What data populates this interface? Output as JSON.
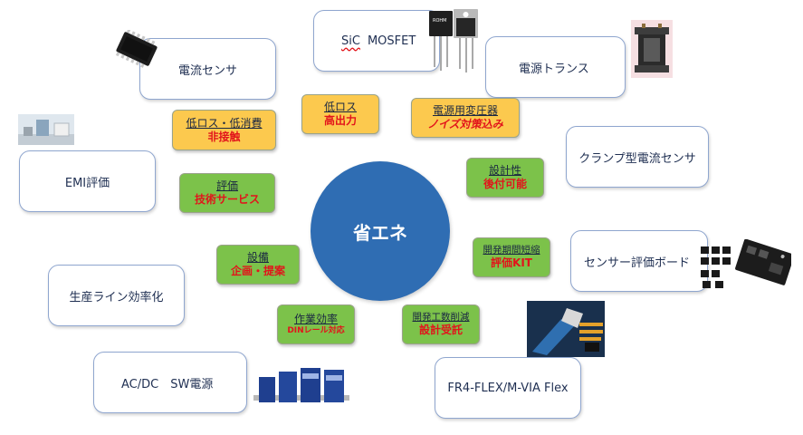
{
  "hub": {
    "label": "省エネ"
  },
  "boxes": {
    "current_sensor": "電流センサ",
    "sic_prefix": "SiC",
    "sic_rest": "MOSFET",
    "transformer": "電源トランス",
    "clamp_sensor": "クランプ型電流センサ",
    "emi": "EMI評価",
    "sensor_board": "センサー評価ボード",
    "production_line": "生産ライン効率化",
    "acdc": "AC/DC　SW電源",
    "fr4": "FR4-FLEX/M-VIA Flex"
  },
  "tags": {
    "low_power": {
      "line1": "低ロス・低消費",
      "line2": "非接触"
    },
    "low_loss": {
      "line1": "低ロス",
      "line2": "高出力"
    },
    "power_transformer": {
      "line1": "電源用変圧器",
      "line2": "ノイズ対策込み"
    },
    "evaluation": {
      "line1": "評価",
      "line2": "技術サービス"
    },
    "design": {
      "line1": "設計性",
      "line2": "後付可能"
    },
    "equipment": {
      "line1": "設備",
      "line2": "企画・提案"
    },
    "dev_period": {
      "line1": "開発期間短縮",
      "line2": "評価KIT"
    },
    "work_efficiency": {
      "line1": "作業効率",
      "line2": "DINレール対応"
    },
    "dev_cost": {
      "line1": "開発工数削減",
      "line2": "設計受託"
    }
  },
  "icons": {
    "chip": "qfn-chip-image",
    "transistor": "to247-mosfet-image",
    "transformer": "transformer-image",
    "emi_lab": "emi-test-setup-image",
    "eval_board": "sensor-board-image",
    "cable": "flex-cable-image",
    "din_psu": "din-rail-psu-image"
  }
}
